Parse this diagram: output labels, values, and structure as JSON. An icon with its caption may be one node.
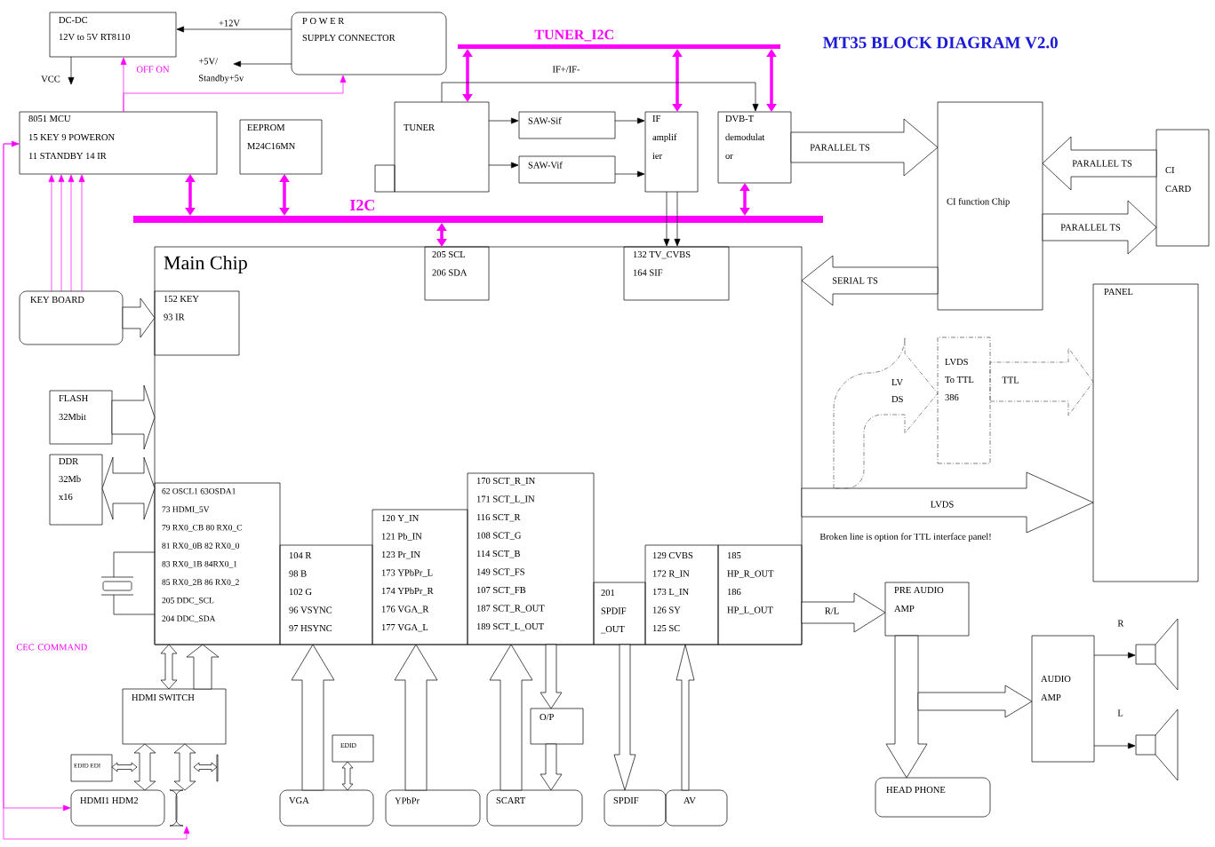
{
  "diagram": {
    "title": "MT35 BLOCK DIAGRAM V2.0",
    "nodes": [
      {
        "text": [
          "DC-DC",
          "12V to 5V RT8110"
        ]
      },
      {
        "text": [
          "P O W E R",
          "SUPPLY CONNECTOR"
        ]
      },
      {
        "text": [
          "8051 MCU",
          "15 KEY 9 POWERON",
          "11 STANDBY 14 IR"
        ]
      },
      {
        "text": [
          "EEPROM M24C16MN"
        ]
      },
      {
        "text": [
          "TUNER"
        ]
      },
      {
        "text": [
          "SAW-Sif"
        ]
      },
      {
        "text": [
          "SAW-Vif"
        ]
      },
      {
        "text": [
          "IF amplif ier"
        ]
      },
      {
        "text": [
          "DVB-T demodulat or"
        ]
      },
      {
        "text": [
          "CI function Chip"
        ]
      },
      {
        "text": [
          "CI CARD"
        ]
      },
      {
        "text": [
          "Main Chip"
        ]
      },
      {
        "text": [
          "205 SCL",
          "206 SDA"
        ],
        "in": 11
      },
      {
        "text": [
          "132 TV_CVBS",
          "164 SIF"
        ],
        "in": 11
      },
      {
        "text": [
          "152 KEY",
          "93 IR"
        ],
        "in": 11
      },
      {
        "text": [
          "62 OSCL1 63OSDA1",
          "73 HDMI_5V",
          "79 RX0_CB 80 RX0_C",
          "81 RX0_0B 82 RX0_0",
          "83 RX0_1B 84RX0_1",
          "85 RX0_2B 86 RX0_2",
          "205 DDC_SCL",
          "204 DDC_SDA"
        ],
        "in": 11
      },
      {
        "text": [
          "104 R",
          "98 B",
          "102 G",
          "96 VSYNC",
          "97 HSYNC"
        ],
        "in": 11
      },
      {
        "text": [
          "120 Y_IN",
          "121 Pb_IN",
          "123 Pr_IN",
          "173 YPbPr_L",
          "174 YPbPr_R",
          "176 VGA_R",
          "177 VGA_L"
        ],
        "in": 11
      },
      {
        "text": [
          "170 SCT_R_IN",
          "171 SCT_L_IN",
          "116 SCT_R",
          "108 SCT_G",
          "114 SCT_B",
          "149 SCT_FS",
          "107 SCT_FB",
          "187 SCT_R_OUT",
          "189 SCT_L_OUT"
        ],
        "in": 11
      },
      {
        "text": [
          "201",
          "SPDIF _OUT"
        ],
        "in": 11
      },
      {
        "text": [
          "129 CVBS",
          "172 R_IN",
          "173 L_IN",
          "126 SY",
          "125 SC"
        ],
        "in": 11
      },
      {
        "text": [
          "185",
          "HP_R_OUT",
          "186",
          "HP_L_OUT"
        ],
        "in": 11
      },
      {
        "text": [
          "KEY BOARD"
        ]
      },
      {
        "text": [
          "FLASH 32Mbit"
        ]
      },
      {
        "text": [
          "DDR 32Mb x16"
        ]
      },
      {
        "text": [
          "HDMI SWITCH"
        ]
      },
      {
        "text": [
          "EDID EDI"
        ]
      },
      {
        "text": [],
        "shape": "box"
      },
      {
        "text": [
          "HDMI1 HDM2"
        ]
      },
      {
        "text": [],
        "shape": "box"
      },
      {
        "text": [
          "VGA"
        ]
      },
      {
        "text": [
          "EDID"
        ]
      },
      {
        "text": [
          "YPbPr"
        ]
      },
      {
        "text": [
          "SCART"
        ]
      },
      {
        "text": [
          "O/P"
        ]
      },
      {
        "text": [
          "SPDIF"
        ]
      },
      {
        "text": [
          "AV"
        ]
      },
      {
        "text": [
          "PANEL"
        ]
      },
      {
        "text": [
          "LVDS To TTL 386"
        ]
      },
      {
        "text": [
          "PRE AUDIO AMP"
        ]
      },
      {
        "text": [
          "HEAD PHONE"
        ]
      },
      {
        "text": [
          "AUDIO AMP"
        ]
      },
      {
        "text": [],
        "shape": "speaker",
        "beside": [
          "R"
        ]
      },
      {
        "text": [],
        "shape": "speaker",
        "beside": [
          "L"
        ]
      },
      {
        "text": [],
        "shape": "bar",
        "beside": [
          "I2C"
        ]
      },
      {
        "text": [],
        "shape": "bar",
        "beside": [
          "TUNER_I2C"
        ]
      }
    ],
    "edges": [
      {
        "from": 1,
        "to": 0,
        "arrow": "to",
        "label": "+12V",
        "color": "#000000"
      },
      {
        "from": 1,
        "to": null,
        "arrow": "to",
        "label": "+5V/ Standby+5v",
        "color": "#000000"
      },
      {
        "from": 0,
        "to": null,
        "arrow": "to",
        "label": "VCC",
        "color": "#000000"
      },
      {
        "from": 2,
        "to": 0,
        "arrow": "to",
        "label": "OFF ON",
        "color": "#ff00ff"
      },
      {
        "from": 2,
        "to": 1,
        "arrow": "to",
        "color": "#ff00ff"
      },
      {
        "from": 22,
        "to": 2,
        "arrow": "to",
        "color": "#ff00ff"
      },
      {
        "from": 22,
        "to": 2,
        "arrow": "to",
        "color": "#ff00ff"
      },
      {
        "from": 22,
        "to": 2,
        "arrow": "to",
        "color": "#ff00ff"
      },
      {
        "from": 22,
        "to": 2,
        "arrow": "to",
        "color": "#ff00ff"
      },
      {
        "from": 2,
        "to": 28,
        "arrow": "both",
        "label": "CEC COMMAND",
        "color": "#ff00ff"
      },
      {
        "from": 2,
        "to": 29,
        "arrow": "to",
        "color": "#ff00ff"
      },
      {
        "from": 2,
        "to": 44,
        "arrow": "both",
        "style": "thick",
        "color": "#ff00ff"
      },
      {
        "from": 3,
        "to": 44,
        "arrow": "both",
        "style": "thick",
        "color": "#ff00ff"
      },
      {
        "from": 44,
        "to": 12,
        "arrow": "both",
        "style": "thick",
        "color": "#ff00ff"
      },
      {
        "from": 8,
        "to": 44,
        "arrow": "both",
        "style": "thick",
        "color": "#ff00ff"
      },
      {
        "from": 45,
        "to": 4,
        "arrow": "both",
        "style": "thick",
        "color": "#ff00ff"
      },
      {
        "from": 45,
        "to": 7,
        "arrow": "both",
        "style": "thick",
        "color": "#ff00ff"
      },
      {
        "from": 45,
        "to": 8,
        "arrow": "both",
        "style": "thick",
        "color": "#ff00ff"
      },
      {
        "from": 4,
        "to": 8,
        "arrow": "to",
        "label": "IF+/IF-",
        "color": "#000000"
      },
      {
        "from": 4,
        "to": 5,
        "arrow": "to",
        "color": "#000000"
      },
      {
        "from": 4,
        "to": 6,
        "arrow": "to",
        "color": "#000000"
      },
      {
        "from": 5,
        "to": 7,
        "arrow": "to",
        "color": "#000000"
      },
      {
        "from": 6,
        "to": 7,
        "arrow": "to",
        "color": "#000000"
      },
      {
        "from": 7,
        "to": 13,
        "arrow": "to",
        "color": "#000000"
      },
      {
        "from": 7,
        "to": 13,
        "arrow": "to",
        "color": "#000000"
      },
      {
        "from": 8,
        "to": 9,
        "arrow": "to",
        "label": "PARALLEL TS",
        "style": "thick"
      },
      {
        "from": 10,
        "to": 9,
        "arrow": "to",
        "label": "PARALLEL TS",
        "style": "thick"
      },
      {
        "from": 9,
        "to": 10,
        "arrow": "to",
        "label": "PARALLEL TS",
        "style": "thick"
      },
      {
        "from": 9,
        "to": 11,
        "arrow": "to",
        "label": "SERIAL TS",
        "style": "thick"
      },
      {
        "from": 22,
        "to": 14,
        "arrow": "to",
        "style": "thick"
      },
      {
        "from": 23,
        "to": 11,
        "arrow": "to",
        "style": "thick"
      },
      {
        "from": 24,
        "to": 11,
        "arrow": "both",
        "style": "thick"
      },
      {
        "from": 15,
        "to": 25,
        "arrow": "both",
        "style": "thick"
      },
      {
        "from": 25,
        "to": 15,
        "arrow": "to",
        "style": "thick"
      },
      {
        "from": 25,
        "to": 28,
        "arrow": "both",
        "style": "thick"
      },
      {
        "from": 25,
        "to": 29,
        "arrow": "both",
        "style": "thick"
      },
      {
        "from": 26,
        "to": null,
        "arrow": "both",
        "style": "thick"
      },
      {
        "from": 27,
        "to": null,
        "arrow": "both",
        "style": "thick"
      },
      {
        "from": 30,
        "to": 16,
        "arrow": "to",
        "style": "thick"
      },
      {
        "from": 31,
        "to": 30,
        "arrow": "both",
        "style": "thick"
      },
      {
        "from": 32,
        "to": 17,
        "arrow": "to",
        "style": "thick"
      },
      {
        "from": 33,
        "to": 18,
        "arrow": "to",
        "style": "thick"
      },
      {
        "from": 18,
        "to": 34,
        "arrow": "to",
        "style": "thick"
      },
      {
        "from": 34,
        "to": 33,
        "arrow": "to",
        "style": "thick"
      },
      {
        "from": 19,
        "to": 35,
        "arrow": "to",
        "style": "thick"
      },
      {
        "from": 36,
        "to": 20,
        "arrow": "to",
        "style": "thick"
      },
      {
        "from": 11,
        "to": 37,
        "arrow": "to",
        "label": "LVDS",
        "style": "thick"
      },
      {
        "from": null,
        "to": 38,
        "arrow": "to",
        "label": "LV DS",
        "style": "dashed"
      },
      {
        "from": 38,
        "to": 37,
        "arrow": "to",
        "label": "TTL",
        "style": "dashed"
      },
      {
        "from": 21,
        "to": 39,
        "arrow": "to",
        "label": "R/L",
        "style": "thick"
      },
      {
        "from": 39,
        "to": 40,
        "arrow": "to",
        "style": "thick"
      },
      {
        "from": 39,
        "to": 41,
        "arrow": "to",
        "style": "thick"
      },
      {
        "from": 41,
        "to": 42,
        "arrow": "to",
        "color": "#000000"
      },
      {
        "from": 41,
        "to": 43,
        "arrow": "to",
        "color": "#000000"
      }
    ],
    "labels": [
      "Broken line is option for TTL interface panel!"
    ]
  }
}
